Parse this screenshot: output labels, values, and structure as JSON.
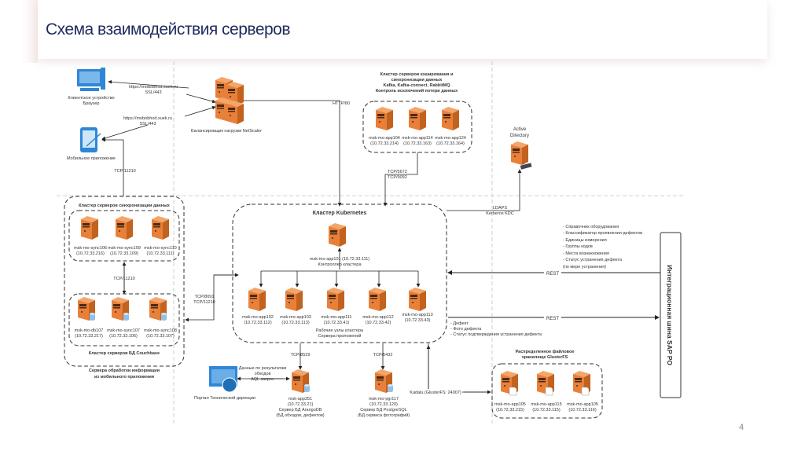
{
  "slide": {
    "title": "Схема взаимодействия серверов",
    "page_number": "4"
  },
  "colors": {
    "server_orange": "#e8803a",
    "server_dark": "#b85a1e",
    "client_blue": "#2f86d6",
    "title_color": "#1f2a5c",
    "line": "#222222",
    "dashed_divider": "#bbbbbb"
  },
  "clients": {
    "browser": {
      "icon": "desktop-computer-icon",
      "label1": "Клиентское устройство",
      "label2": "Браузер"
    },
    "mobile": {
      "icon": "tablet-icon",
      "label": "Мобильное приложение"
    }
  },
  "links": {
    "browser_https": "https://mobobhod.suek.ru",
    "browser_ssl": "SSL/443",
    "mobile_https": "https://mobobhod.suek.ru",
    "mobile_ssl": "SSL/443",
    "tcp_11210_a": "TCP/11210",
    "tcp_11210_b": "TCP/11210",
    "http80": "HTTP/80",
    "tcp5672": "TCP/5672",
    "tcp9092": "TCP/9092",
    "ldaps": "LDAPS",
    "kerberos": "Kerberos KDC",
    "tcp8091": "TCP/8091",
    "tcp11210_c": "TCP/11210",
    "tcp8529": "TCP/8529",
    "tcp5432": "TCP/5432",
    "kadalu": "Kadalu (GlusterFS: 24007)",
    "rest_in": "REST",
    "rest_out": "REST",
    "portal_data1": "Данные по   результатам",
    "portal_data2": "обходов",
    "portal_data3": "AQL запрос"
  },
  "netscaler": {
    "label": "Балансировщик нагрузки NetScaler"
  },
  "kafka_cluster": {
    "title": [
      "Кластер серверов кэширования и",
      "синхронизации данных",
      "Kafka, Kafka-connect, RabbitMQ",
      "Контроль исключений потери данных"
    ],
    "servers": [
      {
        "name": "msk-mo-app104",
        "ip": "(10.72.33.214)"
      },
      {
        "name": "msk-mo-app114",
        "ip": "(10.72.33.163)"
      },
      {
        "name": "msk-mo-app124",
        "ip": "(10.72.33.164)"
      }
    ]
  },
  "active_directory": {
    "label1": "Active",
    "label2": "Directory"
  },
  "sync_cluster": {
    "title": "Кластер серверов синхронизации данных",
    "servers": [
      {
        "name": "msk-mo-sync106",
        "ip": "(10.72.33.216)"
      },
      {
        "name": "msk-mo-sync109",
        "ip": "(10.72.33.109)"
      },
      {
        "name": "msk-mo-sync110",
        "ip": "(10.72.33.111)"
      }
    ]
  },
  "couchbase_cluster": {
    "title": "Кластер серверов БД Couchbase",
    "servers": [
      {
        "name": "msk-mo-db107",
        "ip": "(10.72.33.217)"
      },
      {
        "name": "msk-mo-sync107",
        "ip": "(10.72.33.106)"
      },
      {
        "name": "msk-mo-sync108",
        "ip": "(10.72.33.107)"
      }
    ]
  },
  "mobile_processing": {
    "label1": "Сервера обработки информации",
    "label2": "из мобильного приложения"
  },
  "kubernetes": {
    "title": "Кластер Kubernetes",
    "controller": {
      "name": "msk-mo-app101 (10.72.33.111)",
      "role": "Контроллер кластера"
    },
    "workers": [
      {
        "name": "msk-mo-app102",
        "ip": "(10.72.33.112)"
      },
      {
        "name": "msk-mo-app103",
        "ip": "(10.72.33.113)"
      },
      {
        "name": "msk-mo-app111",
        "ip": "(10.72.33.41)"
      },
      {
        "name": "msk-mo-app112",
        "ip": "(10.72.33.42)"
      },
      {
        "name": "msk-mo-app113",
        "ip": "(10.72.33.43)"
      }
    ],
    "workers_label1": "Рабочие узлы кластера",
    "workers_label2": "Сервера приложений"
  },
  "sap_po": {
    "label": "Интеграционная шина SAP PO",
    "incoming_items": [
      "- Справочник оборудования",
      "- Классификатор проявления дефектов",
      "- Единицы измерения",
      "- Группы кодов",
      "- Места возникновения",
      "- Статус устранения дефекта",
      "  (по мере устранения)"
    ],
    "outgoing_items": [
      "- Дефект",
      "- Фото дефекта",
      "- Статус подтверждения устранения дефекта"
    ]
  },
  "portal": {
    "icon": "web-portal-icon",
    "label": "Портал Технической дирекции"
  },
  "arangodb": {
    "name": "msk-app351",
    "ip": "(10.72.33.21)",
    "role1": "Сервер БД ArangoDB",
    "role2": "(БД обходов, дефектов)"
  },
  "postgres": {
    "name": "msk-mo-pgr117",
    "ip": "(10.72.33.120)",
    "role1": "Сервер БД PostgreSQL",
    "role2": "(БД сервиса фотографий)"
  },
  "gluster": {
    "title1": "Распределенное файловое",
    "title2": "хранилище GlusterFS",
    "servers": [
      {
        "name": "msk-mo-app105",
        "ip": "(10.72.33.215)"
      },
      {
        "name": "msk-mo-app115",
        "ip": "(10.72.33.115)"
      },
      {
        "name": "msk-mo-app105",
        "ip": "(10.72.33.116)"
      }
    ]
  }
}
